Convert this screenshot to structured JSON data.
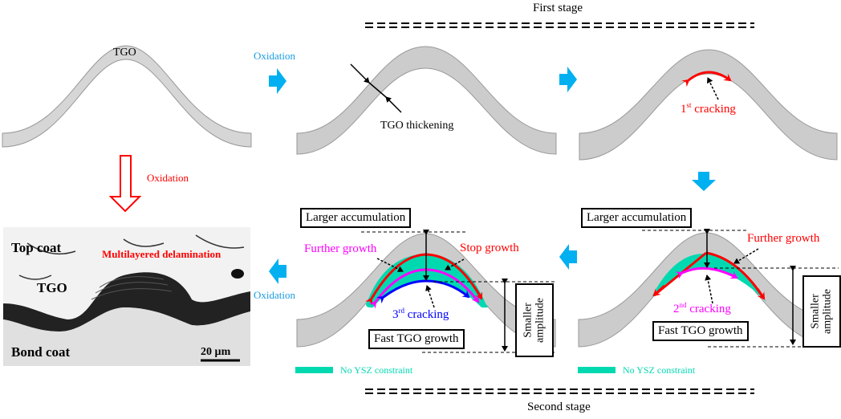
{
  "stages": {
    "first": "First stage",
    "second": "Second stage"
  },
  "panels": {
    "initial": {
      "tgo_label": "TGO"
    },
    "thickening": {
      "annotation": "TGO thickening"
    },
    "first_crack": {
      "number": "1",
      "suffix": "st",
      "text": " cracking"
    },
    "second_crack": {
      "accumulation": "Larger accumulation",
      "further_growth": "Further growth",
      "number": "2",
      "suffix": "nd",
      "text": " cracking",
      "fast_growth": "Fast TGO growth",
      "amplitude_line1": "Smaller",
      "amplitude_line2": "amplitude"
    },
    "third_crack": {
      "accumulation": "Larger accumulation",
      "further_growth": "Further growth",
      "stop_growth": "Stop growth",
      "number": "3",
      "suffix": "rd",
      "text": " cracking",
      "fast_growth": "Fast TGO growth",
      "amplitude_line1": "Smaller",
      "amplitude_line2": "amplitude"
    }
  },
  "transitions": {
    "oxidation_top": "Oxidation",
    "oxidation_down": "Oxidation",
    "oxidation_left": "Oxidation"
  },
  "micrograph": {
    "top_coat": "Top coat",
    "tgo": "TGO",
    "delamination": "Multilayered delamination",
    "bond_coat": "Bond coat",
    "scale_bar": "20 µm"
  },
  "legend": {
    "label": "No YSZ constraint"
  },
  "colors": {
    "tgo_fill": "#cccccc",
    "oxidation_arrow": "#00b0f0",
    "first_crack": "#ff0000",
    "second_crack": "#ff00ff",
    "third_crack": "#0000ff",
    "no_ysz": "#00d9b0",
    "down_arrow": "#ff0000"
  }
}
